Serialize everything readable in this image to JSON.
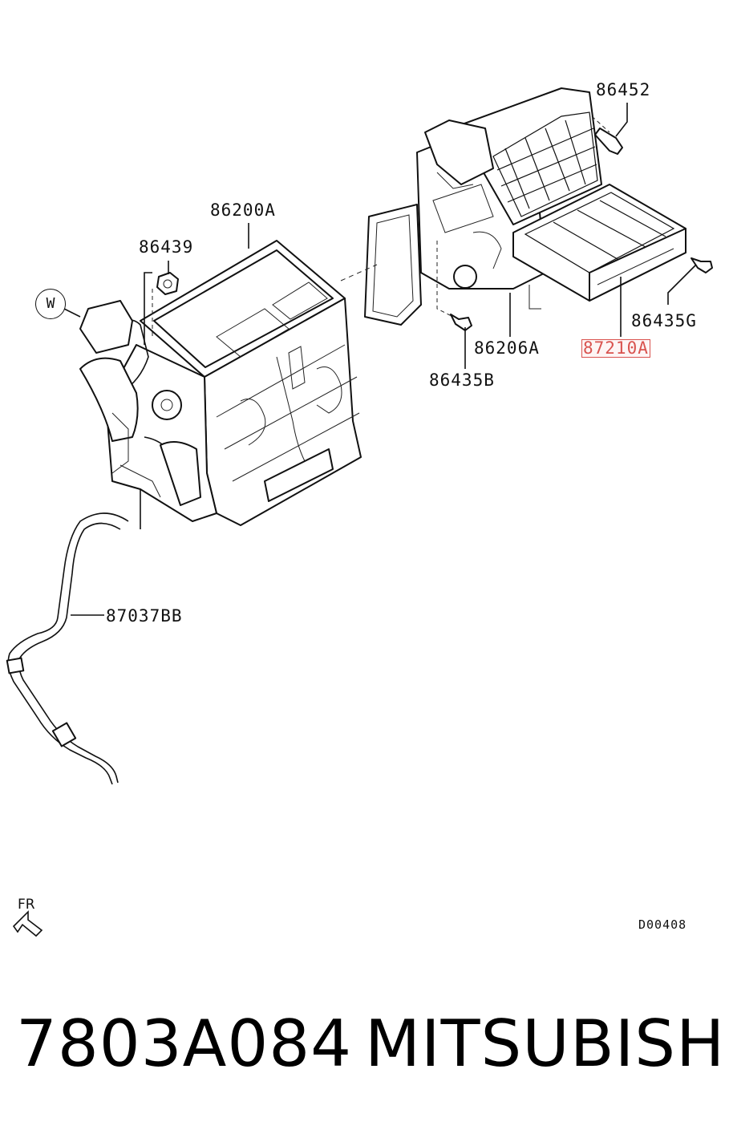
{
  "diagram": {
    "labels": {
      "p86452": "86452",
      "p86200A": "86200A",
      "p86439": "86439",
      "callout_w": "W",
      "p86435G": "86435G",
      "p86206A": "86206A",
      "p87210A": "87210A",
      "p86435B": "86435B",
      "p87037BB": "87037BB"
    },
    "highlighted_part": "87210A",
    "highlight_color": "#d9534f",
    "orientation_label": "FR",
    "diagram_code": "D00408"
  },
  "footer": {
    "part_number": "7803A084",
    "brand": "MITSUBISHI"
  }
}
